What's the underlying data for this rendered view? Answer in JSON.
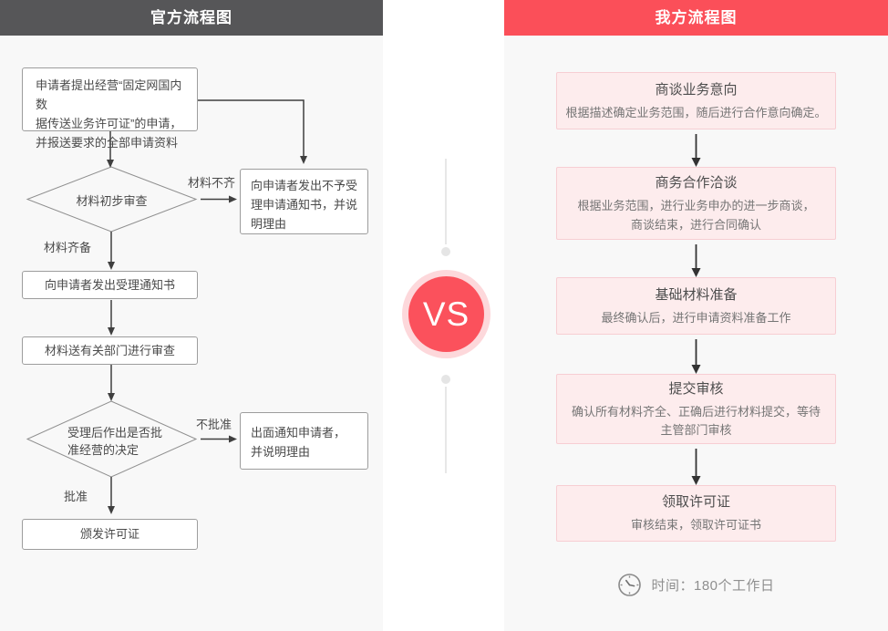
{
  "left_panel": {
    "header": "官方流程图",
    "box_apply": "申请者提出经营“固定网国内数\n据传送业务许可证”的申请，\n并报送要求的全部申请资料",
    "diamond_initial_review": "材料初步审查",
    "label_materials_incomplete": "材料不齐",
    "box_reject_notice": "向申请者发出不予受\n理申请通知书，并说\n明理由",
    "label_materials_complete": "材料齐备",
    "box_accept_notice": "向申请者发出受理通知书",
    "box_dept_review": "材料送有关部门进行审查",
    "diamond_decision": "受理后作出是否批\n准经营的决定",
    "label_not_approved": "不批准",
    "box_notify_refusal": "出面通知申请者，\n并说明理由",
    "label_approved": "批准",
    "box_issue_license": "颁发许可证"
  },
  "vs_badge": "VS",
  "right_panel": {
    "header": "我方流程图",
    "steps": [
      {
        "title": "商谈业务意向",
        "desc": "根据描述确定业务范围，随后进行合作意向确定。"
      },
      {
        "title": "商务合作洽谈",
        "desc": "根据业务范围，进行业务申办的进一步商谈，\n商谈结束，进行合同确认"
      },
      {
        "title": "基础材料准备",
        "desc": "最终确认后，进行申请资料准备工作"
      },
      {
        "title": "提交审核",
        "desc": "确认所有材料齐全、正确后进行材料提交，等待\n主管部门审核"
      },
      {
        "title": "领取许可证",
        "desc": "审核结束，领取许可证书"
      }
    ],
    "time_note": "时间：180个工作日"
  },
  "colors": {
    "accent_red": "#fb4f59",
    "header_gray": "#565658",
    "pink_box_bg": "#fdeced",
    "pink_box_border": "#f7ced3",
    "panel_bg": "#f8f8f8"
  }
}
